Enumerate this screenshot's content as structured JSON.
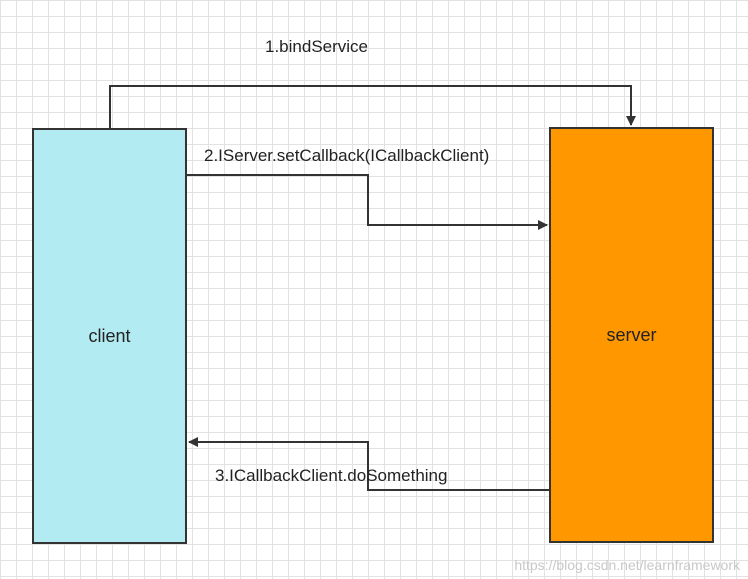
{
  "nodes": {
    "client": {
      "label": "client",
      "color": "#b2ebf2"
    },
    "server": {
      "label": "server",
      "color": "#ff9800"
    }
  },
  "edges": [
    {
      "label": "1.bindService",
      "from": "client",
      "to": "server"
    },
    {
      "label": "2.IServer.setCallback(ICallbackClient)",
      "from": "client",
      "to": "server"
    },
    {
      "label": "3.ICallbackClient.doSomething",
      "from": "server",
      "to": "client"
    }
  ],
  "watermark": "https://blog.csdn.net/learnframework",
  "colors": {
    "line": "#333333",
    "grid": "#e2e2e2"
  }
}
